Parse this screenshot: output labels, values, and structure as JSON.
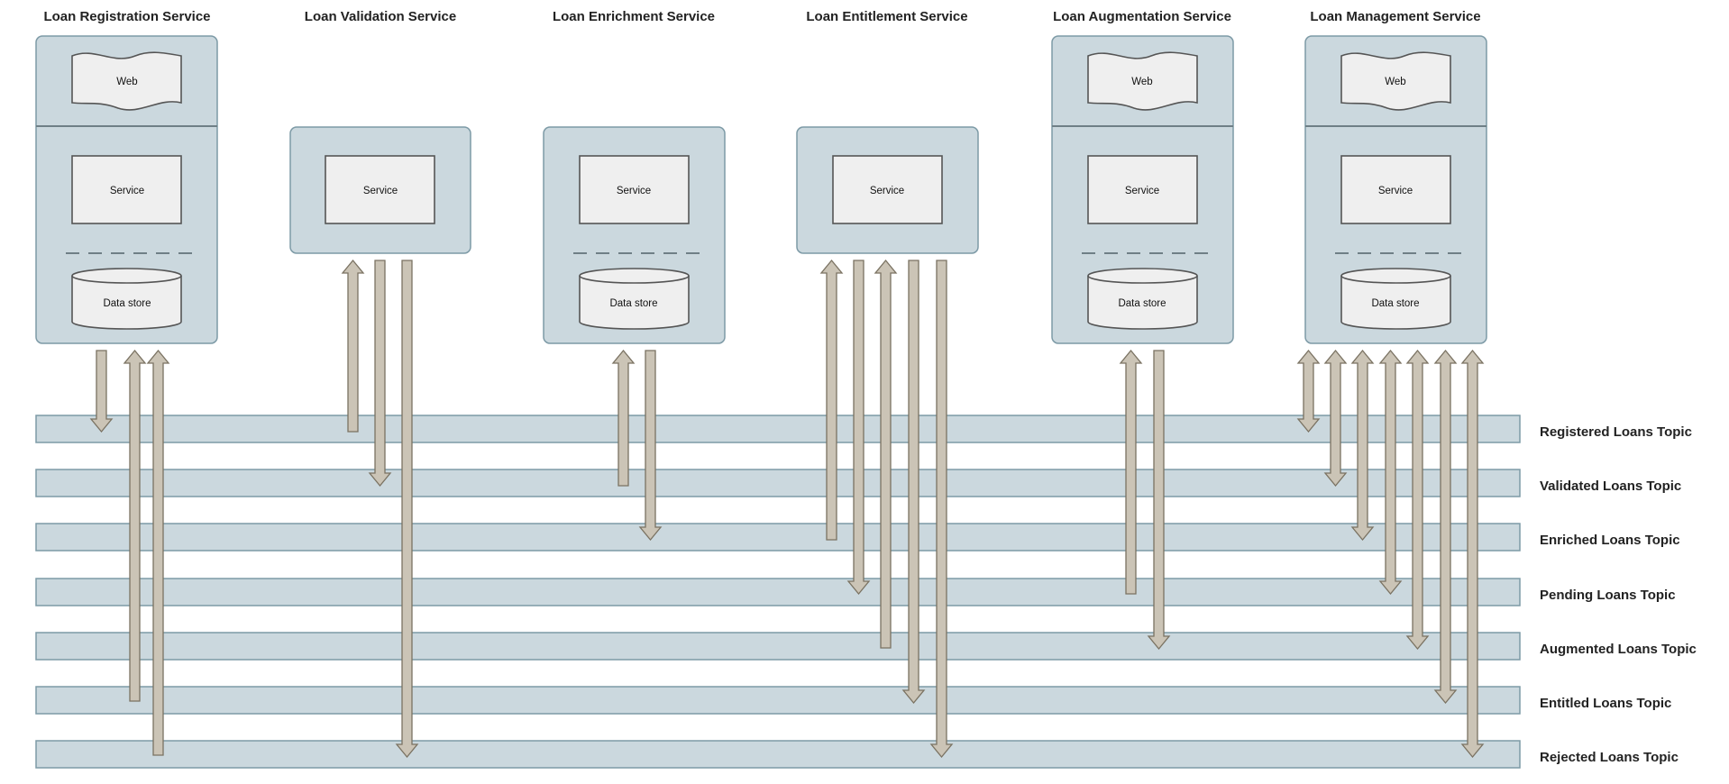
{
  "services": [
    {
      "title": "Loan Registration Service",
      "components": [
        "Web",
        "Service",
        "Data store"
      ]
    },
    {
      "title": "Loan Validation Service",
      "components": [
        "Service"
      ]
    },
    {
      "title": "Loan Enrichment Service",
      "components": [
        "Service",
        "Data store"
      ]
    },
    {
      "title": "Loan Entitlement Service",
      "components": [
        "Service"
      ]
    },
    {
      "title": "Loan Augmentation Service",
      "components": [
        "Web",
        "Service",
        "Data store"
      ]
    },
    {
      "title": "Loan Management Service",
      "components": [
        "Web",
        "Service",
        "Data store"
      ]
    }
  ],
  "topics": [
    "Registered Loans Topic",
    "Validated Loans Topic",
    "Enriched Loans Topic",
    "Pending Loans Topic",
    "Augmented Loans Topic",
    "Entitled Loans Topic",
    "Rejected Loans Topic"
  ],
  "flows": [
    {
      "service": 0,
      "topic": 0,
      "direction": "publish"
    },
    {
      "service": 0,
      "topic": 5,
      "direction": "subscribe"
    },
    {
      "service": 0,
      "topic": 6,
      "direction": "subscribe"
    },
    {
      "service": 1,
      "topic": 0,
      "direction": "subscribe"
    },
    {
      "service": 1,
      "topic": 1,
      "direction": "publish"
    },
    {
      "service": 1,
      "topic": 6,
      "direction": "publish"
    },
    {
      "service": 2,
      "topic": 1,
      "direction": "subscribe"
    },
    {
      "service": 2,
      "topic": 2,
      "direction": "publish"
    },
    {
      "service": 3,
      "topic": 2,
      "direction": "subscribe"
    },
    {
      "service": 3,
      "topic": 3,
      "direction": "publish"
    },
    {
      "service": 3,
      "topic": 4,
      "direction": "subscribe"
    },
    {
      "service": 3,
      "topic": 5,
      "direction": "publish"
    },
    {
      "service": 3,
      "topic": 6,
      "direction": "publish"
    },
    {
      "service": 4,
      "topic": 3,
      "direction": "subscribe"
    },
    {
      "service": 4,
      "topic": 4,
      "direction": "publish"
    },
    {
      "service": 5,
      "topic": 0,
      "direction": "bidirectional"
    },
    {
      "service": 5,
      "topic": 1,
      "direction": "bidirectional"
    },
    {
      "service": 5,
      "topic": 2,
      "direction": "bidirectional"
    },
    {
      "service": 5,
      "topic": 3,
      "direction": "bidirectional"
    },
    {
      "service": 5,
      "topic": 4,
      "direction": "bidirectional"
    },
    {
      "service": 5,
      "topic": 5,
      "direction": "bidirectional"
    },
    {
      "service": 5,
      "topic": 6,
      "direction": "bidirectional"
    }
  ],
  "colors": {
    "box_fill": "#cbd8de",
    "box_stroke": "#7d9aa6",
    "component_fill": "#efefef",
    "arrow_fill": "#cbc4b6",
    "arrow_stroke": "#7a7262"
  }
}
